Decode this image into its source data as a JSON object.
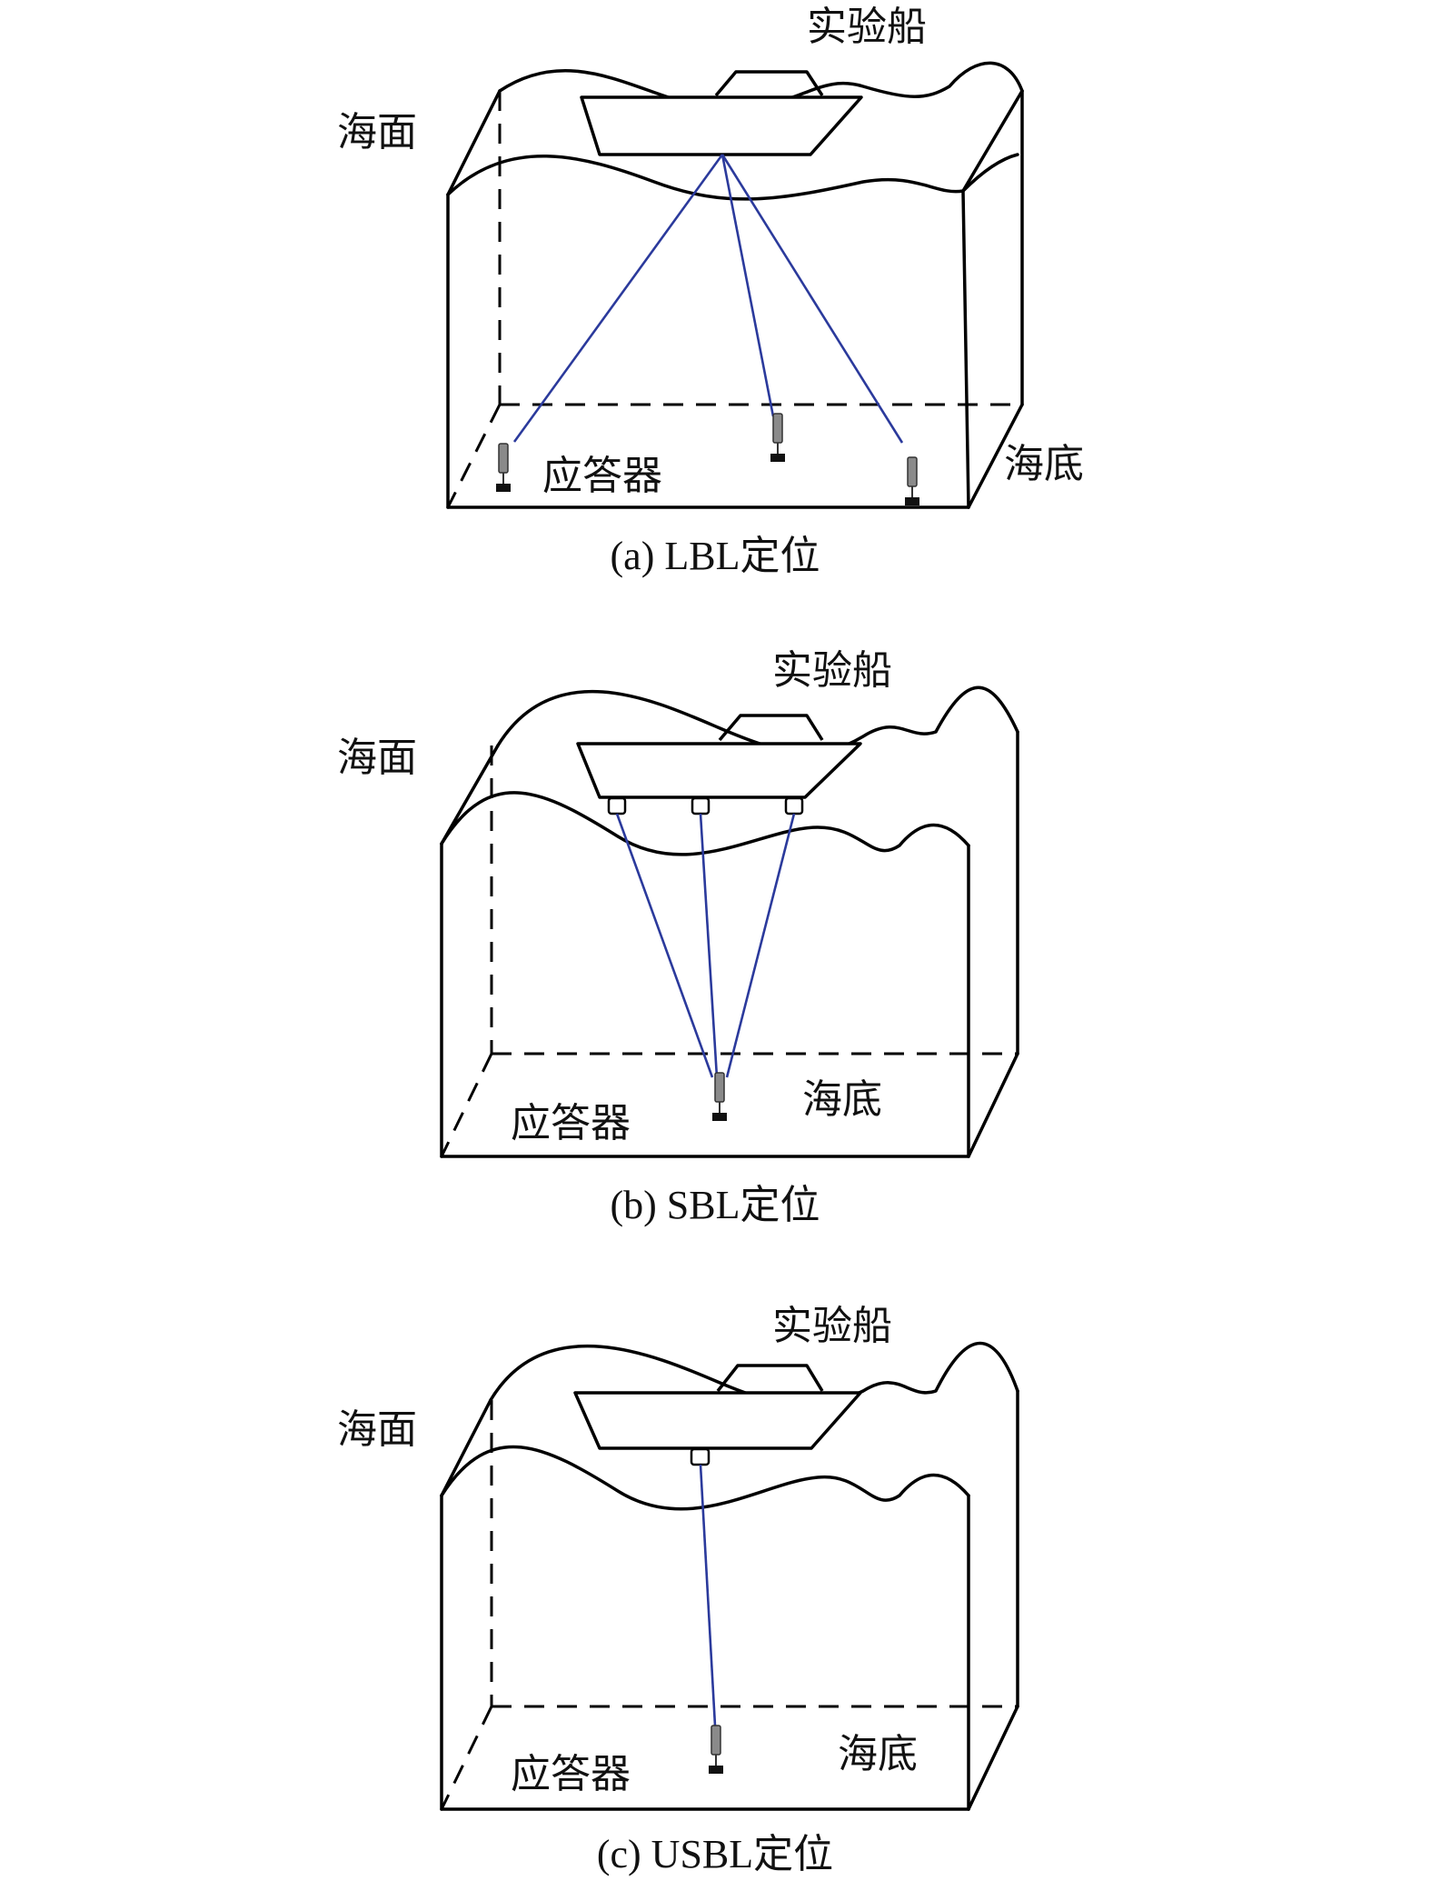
{
  "colors": {
    "beam": "#2b3a9c",
    "ink": "#000000",
    "device_body": "#7a7a7a",
    "device_base": "#111111"
  },
  "panels": [
    {
      "id": "lbl",
      "caption": "(a) LBL定位",
      "labels": {
        "ship": "实验船",
        "surface": "海面",
        "transponder": "应答器",
        "seabed": "海底"
      },
      "transducers_on_hull": 0,
      "transponders_on_seabed": 3
    },
    {
      "id": "sbl",
      "caption": "(b) SBL定位",
      "labels": {
        "ship": "实验船",
        "surface": "海面",
        "transponder": "应答器",
        "seabed": "海底"
      },
      "transducers_on_hull": 3,
      "transponders_on_seabed": 1
    },
    {
      "id": "usbl",
      "caption": "(c) USBL定位",
      "labels": {
        "ship": "实验船",
        "surface": "海面",
        "transponder": "应答器",
        "seabed": "海底"
      },
      "transducers_on_hull": 1,
      "transponders_on_seabed": 1
    }
  ]
}
